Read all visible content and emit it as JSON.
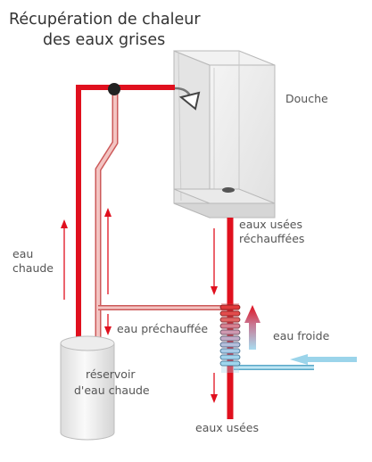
{
  "title": {
    "line1": "Récupération de chaleur",
    "line2": "des eaux grises"
  },
  "labels": {
    "shower": "Douche",
    "warm_grey_water_1": "eaux usées",
    "warm_grey_water_2": "réchauffées",
    "hot_water_1": "eau",
    "hot_water_2": "chaude",
    "preheated_water": "eau préchauffée",
    "cold_water": "eau froide",
    "tank_1": "réservoir",
    "tank_2": "d'eau chaude",
    "waste_water": "eaux usées"
  },
  "colors": {
    "hot_pipe": "#e0101e",
    "preheated_pipe": "#eab0ae",
    "cold_pipe": "#8fd2e8",
    "arrow_red": "#e0101e",
    "arrow_blue": "#9bd4ea",
    "text": "#555555"
  },
  "icons": {
    "showerhead": "showerhead-icon",
    "junction": "junction-dot-icon"
  }
}
